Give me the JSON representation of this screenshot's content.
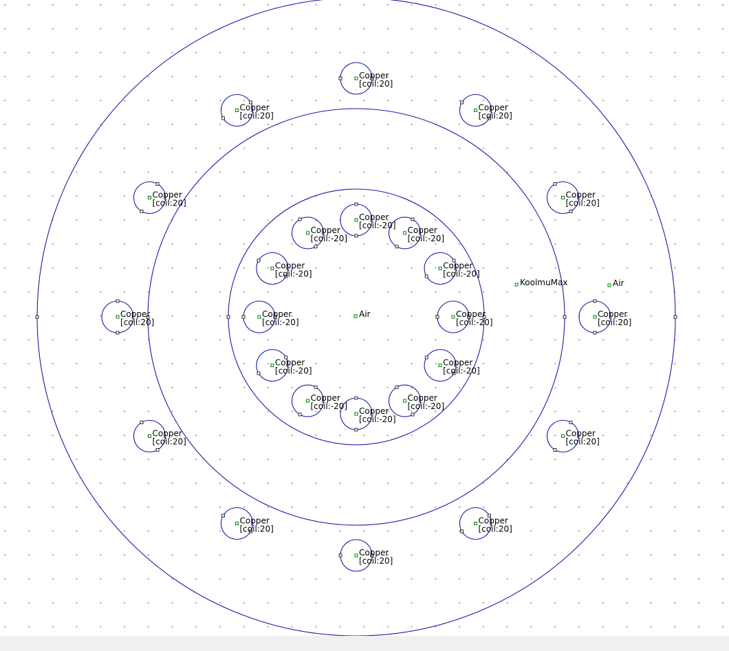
{
  "app": {
    "view": "Geometry editor",
    "colors": {
      "boundary": "#1a1aa6",
      "label_marker": "#008000",
      "text": "#000000",
      "grid_dot": "#8a8a8a",
      "background": "#ffffff"
    }
  },
  "regions": {
    "center_air": {
      "material": "Air"
    },
    "core": {
      "material": "KoolmuMax"
    },
    "outer_air": {
      "material": "Air"
    }
  },
  "inner_coils": {
    "material": "Copper",
    "circuit": "[coil:-20]",
    "count": 12
  },
  "outer_coils": {
    "material": "Copper",
    "circuit": "[coil:20]",
    "count": 12
  }
}
